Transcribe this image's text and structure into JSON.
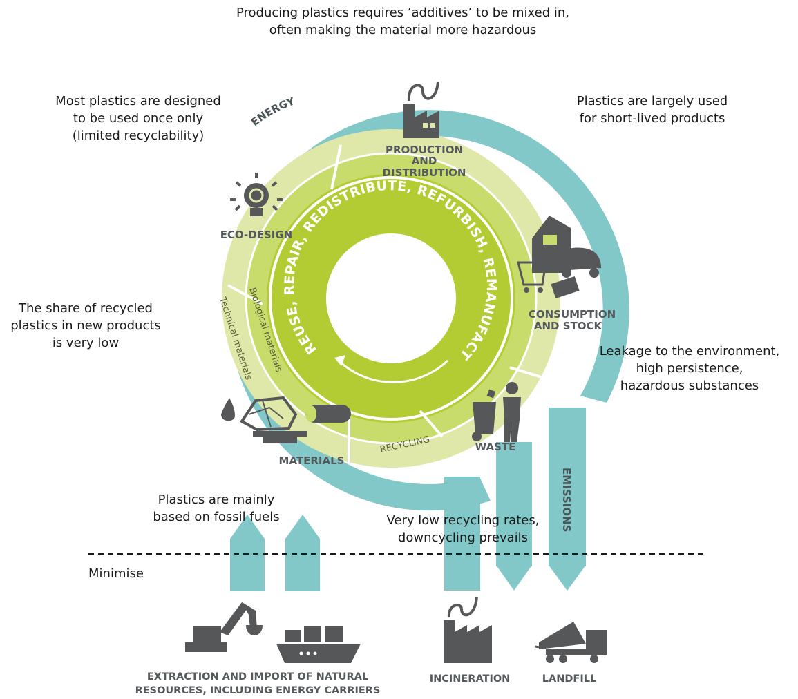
{
  "notes": {
    "additives_line1": "Producing plastics requires ’additives’ to be mixed in,",
    "additives_line2": "often making the material more hazardous",
    "designed_line1": "Most plastics are designed",
    "designed_line2": "to be used once only",
    "designed_line3": "(limited recyclability)",
    "short_lived_line1": "Plastics are largely used",
    "short_lived_line2": "for short-lived products",
    "share_line1": "The share of recycled",
    "share_line2": "plastics in new products",
    "share_line3": "is very low",
    "leakage_line1": "Leakage to the environment,",
    "leakage_line2": "high persistence,",
    "leakage_line3": "hazardous substances",
    "fossil_line1": "Plastics are mainly",
    "fossil_line2": "based on  fossil fuels",
    "recycling_rates_line1": "Very low recycling rates,",
    "recycling_rates_line2": "downcycling prevails",
    "minimise": "Minimise"
  },
  "ring": {
    "energy": "ENERGY",
    "emissions": "EMISSIONS",
    "inner_loop": "REUSE, REPAIR, REDISTRIBUTE, REFURBISH, REMANUFACTURE"
  },
  "stages": {
    "production_line1": "PRODUCTION",
    "production_line2": "AND",
    "production_line3": "DISTRIBUTION",
    "consumption_line1": "CONSUMPTION",
    "consumption_line2": "AND STOCK",
    "waste": "WASTE",
    "recycling": "RECYCLING",
    "materials": "MATERIALS",
    "eco_design": "ECO-DESIGN",
    "technical_materials": "Technical materials",
    "biological_materials": "Biological materials"
  },
  "bottom": {
    "extraction_line1": "EXTRACTION AND IMPORT OF NATURAL",
    "extraction_line2": "RESOURCES, INCLUDING ENERGY CARRIERS",
    "incineration": "INCINERATION",
    "landfill": "LANDFILL"
  },
  "colors": {
    "teal": "#82c8c8",
    "outer_green": "#dfe7a9",
    "mid_green": "#c7dc6b",
    "inner_green": "#b4cc34",
    "icon_gray": "#555759",
    "label_gray": "#555a5c"
  },
  "icons": [
    "factory-icon",
    "lightbulb-icon",
    "shopping-icon",
    "waste-bin-icon",
    "person-icon",
    "raw-materials-icon",
    "excavator-icon",
    "ship-icon",
    "incinerator-icon",
    "dump-truck-icon"
  ]
}
